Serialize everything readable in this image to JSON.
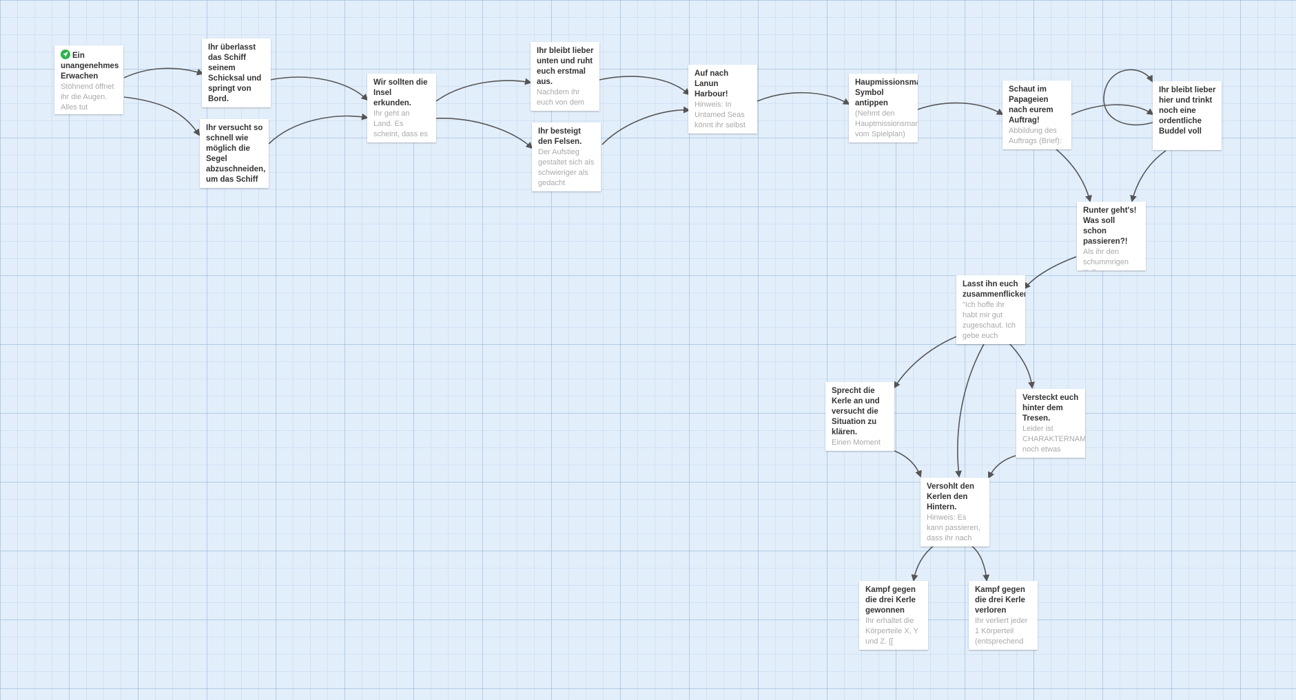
{
  "colors": {
    "background": "#e3eefb",
    "card": "#ffffff",
    "title": "#333333",
    "excerpt": "#a9a9a9",
    "link": "#555555",
    "start": "#2db34a"
  },
  "passages": [
    {
      "id": "p1",
      "start": true,
      "title": "Ein unangenehmes Erwachen",
      "excerpt": "Stöhnend öffnet ihr die Augen. Alles tut"
    },
    {
      "id": "p2",
      "title": "Ihr überlasst das Schiff seinem Schicksal und springt von Bord.",
      "excerpt": ""
    },
    {
      "id": "p3",
      "title": "Ihr versucht so schnell wie möglich die Segel abzuschneiden, um das Schiff",
      "excerpt": ""
    },
    {
      "id": "p4",
      "title": "Wir sollten die Insel erkunden.",
      "excerpt": "Ihr geht an Land. Es scheint, dass es"
    },
    {
      "id": "p5",
      "title": "Ihr bleibt lieber unten und ruht euch erstmal aus.",
      "excerpt": "Nachdem ihr euch von dem"
    },
    {
      "id": "p6",
      "title": "Ihr besteigt den Felsen.",
      "excerpt": "Der Aufstieg gestaltet sich als schwieriger als gedacht"
    },
    {
      "id": "p7",
      "title": "Auf nach Lanun Harbour!",
      "excerpt": "Hinweis: In Untamed Seas könnt ihr selbst"
    },
    {
      "id": "p8",
      "title": "Haupmissionsmarker Symbol antippen",
      "excerpt": "(Nehmt den Hauptmissionsmarker vom Spielplan)"
    },
    {
      "id": "p9",
      "title": "Schaut im Papageien nach eurem Auftrag!",
      "excerpt": "Abbildung des Auftrags (Brief):"
    },
    {
      "id": "p10",
      "title": "Ihr bleibt lieber hier und trinkt noch eine ordentliche Buddel voll",
      "excerpt": ""
    },
    {
      "id": "p11",
      "title": "Runter geht's! Was soll schon passieren?!",
      "excerpt": "Als ihr den schummrigen Kellerraum"
    },
    {
      "id": "p12",
      "title": "Lasst ihn euch zusammenflicken",
      "excerpt": "\"Ich hoffe ihr habt mir gut zugeschaut. Ich gebe euch"
    },
    {
      "id": "p13",
      "title": "Sprecht die Kerle an und versucht die Situation zu klären.",
      "excerpt": "Einen Moment"
    },
    {
      "id": "p14",
      "title": "Versteckt euch hinter dem Tresen.",
      "excerpt": "Leider ist CHARAKTERNAME noch etwas"
    },
    {
      "id": "p15",
      "title": "Versohlt den Kerlen den Hintern.",
      "excerpt": "Hinweis: Es kann passieren, dass ihr nach"
    },
    {
      "id": "p16",
      "title": "Kampf gegen die drei Kerle gewonnen",
      "excerpt": "Ihr erhaltet die Körperteile X, Y und Z. [["
    },
    {
      "id": "p17",
      "title": "Kampf gegen die drei Kerle verloren",
      "excerpt": "Ihr verliert jeder 1 Körperteil (entsprechend"
    }
  ],
  "links": [
    {
      "from": "p1",
      "to": "p2"
    },
    {
      "from": "p1",
      "to": "p3"
    },
    {
      "from": "p2",
      "to": "p4"
    },
    {
      "from": "p3",
      "to": "p4"
    },
    {
      "from": "p4",
      "to": "p5"
    },
    {
      "from": "p4",
      "to": "p6"
    },
    {
      "from": "p5",
      "to": "p7"
    },
    {
      "from": "p6",
      "to": "p7"
    },
    {
      "from": "p7",
      "to": "p8"
    },
    {
      "from": "p8",
      "to": "p9"
    },
    {
      "from": "p9",
      "to": "p10"
    },
    {
      "from": "p9",
      "to": "p11"
    },
    {
      "from": "p10",
      "to": "p10"
    },
    {
      "from": "p10",
      "to": "p11"
    },
    {
      "from": "p11",
      "to": "p12"
    },
    {
      "from": "p12",
      "to": "p13"
    },
    {
      "from": "p12",
      "to": "p14"
    },
    {
      "from": "p12",
      "to": "p15"
    },
    {
      "from": "p13",
      "to": "p15"
    },
    {
      "from": "p14",
      "to": "p15"
    },
    {
      "from": "p15",
      "to": "p16"
    },
    {
      "from": "p15",
      "to": "p17"
    }
  ]
}
